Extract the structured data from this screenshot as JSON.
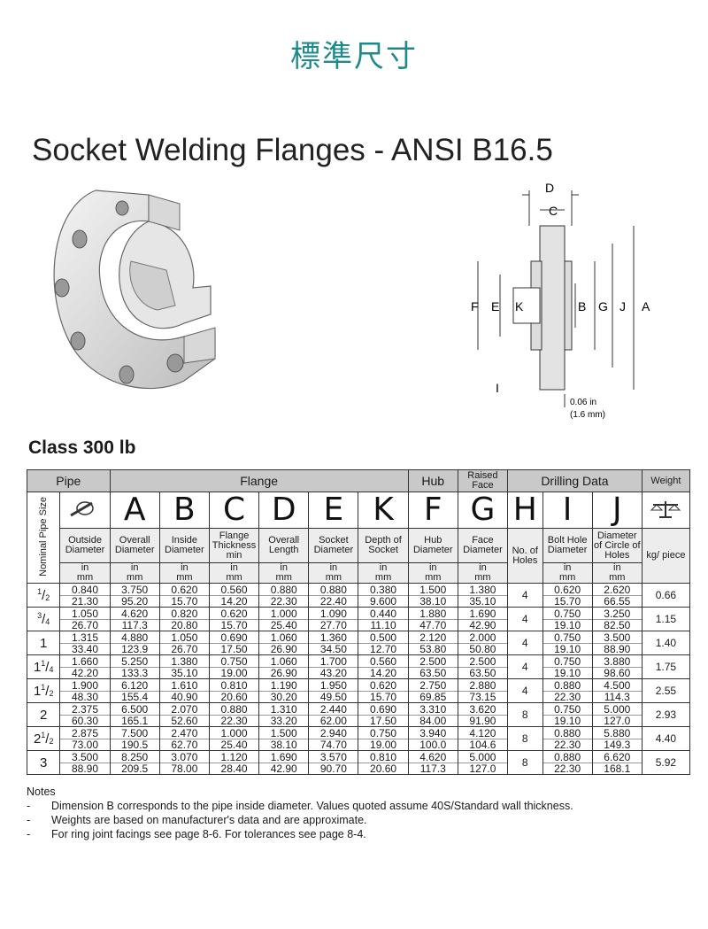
{
  "heading": "標準尺寸",
  "doc_title": "Socket Welding Flanges - ANSI B16.5",
  "diagram": {
    "labels": {
      "D": "D",
      "C": "C",
      "F": "F",
      "E": "E",
      "K": "K",
      "B": "B",
      "G": "G",
      "J": "J",
      "A": "A",
      "I": "I"
    },
    "note_in": "0.06 in",
    "note_mm": "(1.6 mm)"
  },
  "class_title": "Class 300 lb",
  "table": {
    "groups": {
      "pipe": "Pipe",
      "flange": "Flange",
      "hub": "Hub",
      "raised": "Raised Face",
      "drilling": "Drilling Data",
      "weight": "Weight"
    },
    "letters": [
      "A",
      "B",
      "C",
      "D",
      "E",
      "K",
      "F",
      "G",
      "H",
      "I",
      "J"
    ],
    "nominal": "Nominal Pipe Size",
    "desc": {
      "outside": "Outside Diameter",
      "A": "Overall Diameter",
      "B": "Inside Diameter",
      "C": "Flange Thickness min",
      "D": "Overall Length",
      "E": "Socket Diameter",
      "K": "Depth of Socket",
      "F": "Hub Diameter",
      "G": "Face Diameter",
      "H": "No. of Holes",
      "I": "Bolt Hole Diameter",
      "J": "Diameter of Circle of Holes",
      "W": "kg/ piece"
    },
    "unit_in": "in",
    "unit_mm": "mm",
    "rows": [
      {
        "w": "1",
        "f": "2",
        "sup": "",
        "vals": [
          [
            "0.840",
            "21.30"
          ],
          [
            "3.750",
            "95.20"
          ],
          [
            "0.620",
            "15.70"
          ],
          [
            "0.560",
            "14.20"
          ],
          [
            "0.880",
            "22.30"
          ],
          [
            "0.880",
            "22.40"
          ],
          [
            "0.380",
            "9.600"
          ],
          [
            "1.500",
            "38.10"
          ],
          [
            "1.380",
            "35.10"
          ]
        ],
        "holes": "4",
        "drill": [
          [
            "0.620",
            "15.70"
          ],
          [
            "2.620",
            "66.55"
          ]
        ],
        "kg": "0.66"
      },
      {
        "w": "3",
        "f": "4",
        "sup": "",
        "vals": [
          [
            "1.050",
            "26.70"
          ],
          [
            "4.620",
            "117.3"
          ],
          [
            "0.820",
            "20.80"
          ],
          [
            "0.620",
            "15.70"
          ],
          [
            "1.000",
            "25.40"
          ],
          [
            "1.090",
            "27.70"
          ],
          [
            "0.440",
            "11.10"
          ],
          [
            "1.880",
            "47.70"
          ],
          [
            "1.690",
            "42.90"
          ]
        ],
        "holes": "4",
        "drill": [
          [
            "0.750",
            "19.10"
          ],
          [
            "3.250",
            "82.50"
          ]
        ],
        "kg": "1.15"
      },
      {
        "w": "1",
        "f": "",
        "sup": "",
        "vals": [
          [
            "1.315",
            "33.40"
          ],
          [
            "4.880",
            "123.9"
          ],
          [
            "1.050",
            "26.70"
          ],
          [
            "0.690",
            "17.50"
          ],
          [
            "1.060",
            "26.90"
          ],
          [
            "1.360",
            "34.50"
          ],
          [
            "0.500",
            "12.70"
          ],
          [
            "2.120",
            "53.80"
          ],
          [
            "2.000",
            "50.80"
          ]
        ],
        "holes": "4",
        "drill": [
          [
            "0.750",
            "19.10"
          ],
          [
            "3.500",
            "88.90"
          ]
        ],
        "kg": "1.40"
      },
      {
        "w": "1",
        "f": "1",
        "d": "4",
        "vals": [
          [
            "1.660",
            "42.20"
          ],
          [
            "5.250",
            "133.3"
          ],
          [
            "1.380",
            "35.10"
          ],
          [
            "0.750",
            "19.00"
          ],
          [
            "1.060",
            "26.90"
          ],
          [
            "1.700",
            "43.20"
          ],
          [
            "0.560",
            "14.20"
          ],
          [
            "2.500",
            "63.50"
          ],
          [
            "2.500",
            "63.50"
          ]
        ],
        "holes": "4",
        "drill": [
          [
            "0.750",
            "19.10"
          ],
          [
            "3.880",
            "98.60"
          ]
        ],
        "kg": "1.75"
      },
      {
        "w": "1",
        "f": "1",
        "d": "2",
        "vals": [
          [
            "1.900",
            "48.30"
          ],
          [
            "6.120",
            "155.4"
          ],
          [
            "1.610",
            "40.90"
          ],
          [
            "0.810",
            "20.60"
          ],
          [
            "1.190",
            "30.20"
          ],
          [
            "1.950",
            "49.50"
          ],
          [
            "0.620",
            "15.70"
          ],
          [
            "2.750",
            "69.85"
          ],
          [
            "2.880",
            "73.15"
          ]
        ],
        "holes": "4",
        "drill": [
          [
            "0.880",
            "22.30"
          ],
          [
            "4.500",
            "114.3"
          ]
        ],
        "kg": "2.55"
      },
      {
        "w": "2",
        "f": "",
        "vals": [
          [
            "2.375",
            "60.30"
          ],
          [
            "6.500",
            "165.1"
          ],
          [
            "2.070",
            "52.60"
          ],
          [
            "0.880",
            "22.30"
          ],
          [
            "1.310",
            "33.20"
          ],
          [
            "2.440",
            "62.00"
          ],
          [
            "0.690",
            "17.50"
          ],
          [
            "3.310",
            "84.00"
          ],
          [
            "3.620",
            "91.90"
          ]
        ],
        "holes": "8",
        "drill": [
          [
            "0.750",
            "19.10"
          ],
          [
            "5.000",
            "127.0"
          ]
        ],
        "kg": "2.93"
      },
      {
        "w": "2",
        "f": "1",
        "d": "2",
        "vals": [
          [
            "2.875",
            "73.00"
          ],
          [
            "7.500",
            "190.5"
          ],
          [
            "2.470",
            "62.70"
          ],
          [
            "1.000",
            "25.40"
          ],
          [
            "1.500",
            "38.10"
          ],
          [
            "2.940",
            "74.70"
          ],
          [
            "0.750",
            "19.00"
          ],
          [
            "3.940",
            "100.0"
          ],
          [
            "4.120",
            "104.6"
          ]
        ],
        "holes": "8",
        "drill": [
          [
            "0.880",
            "22.30"
          ],
          [
            "5.880",
            "149.3"
          ]
        ],
        "kg": "4.40"
      },
      {
        "w": "3",
        "f": "",
        "vals": [
          [
            "3.500",
            "88.90"
          ],
          [
            "8.250",
            "209.5"
          ],
          [
            "3.070",
            "78.00"
          ],
          [
            "1.120",
            "28.40"
          ],
          [
            "1.690",
            "42.90"
          ],
          [
            "3.570",
            "90.70"
          ],
          [
            "0.810",
            "20.60"
          ],
          [
            "4.620",
            "117.3"
          ],
          [
            "5.000",
            "127.0"
          ]
        ],
        "holes": "8",
        "drill": [
          [
            "0.880",
            "22.30"
          ],
          [
            "6.620",
            "168.1"
          ]
        ],
        "kg": "5.92"
      }
    ]
  },
  "notes": {
    "title": "Notes",
    "items": [
      "Dimension B corresponds to the pipe inside diameter. Values quoted assume 40S/Standard wall thickness.",
      "Weights are based on manufacturer's data and are approximate.",
      "For ring joint facings see page 8-6. For tolerances see page 8-4."
    ],
    "bullet": "-"
  }
}
